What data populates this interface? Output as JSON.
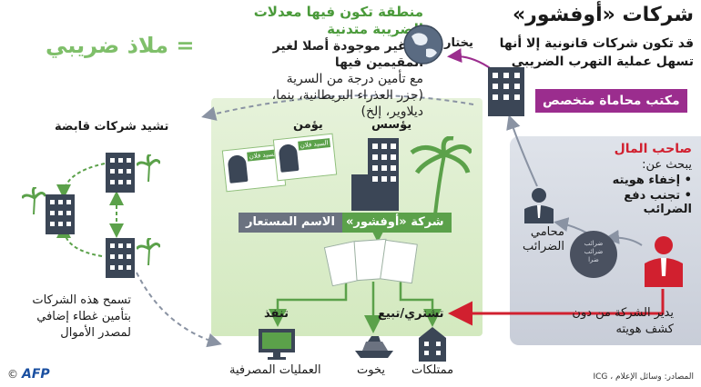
{
  "title": "شركات «أوفشور»",
  "subtitle": [
    "قد تكون شركات قانونية إلا أنها",
    "تسهل عملية التهرب الضريبي"
  ],
  "haven": {
    "title": "منطقة تكون فيها معدلات الضريبة متدنية",
    "line2": "أو غير موجودة أصلا لغير المقيمين فيها",
    "line3": "مع تأمين درجة من السرية",
    "line4": "(جزر العذراء البريطانية، بنما، ديلاوير، إلخ)",
    "equals_label": "= ملاذ ضريبي"
  },
  "labels": {
    "chooses": "يختار",
    "law_firm": "مكتب محاماة متخصص",
    "holding": "تشيد شركات قابضة",
    "establishes": "يؤسس",
    "secures": "يؤمن",
    "offshore_company": "شركة «أوفشور»",
    "nominee_name": "الاسم المستعار",
    "nominee_card": "السيد فلان",
    "buys_sells": "تشتري/تبيع",
    "executes": "تنفذ",
    "cover_text": [
      "تسمح هذه الشركات",
      "بتأمين غطاء إضافي",
      "لمصدر الأموال"
    ],
    "manages": [
      "يدير الشركة من دون",
      "كشف هويته"
    ],
    "lawyer": [
      "محامي",
      "الضرائب"
    ],
    "tax_coins": [
      "ضرائب",
      "ضرائب",
      "ضرا"
    ]
  },
  "owner": {
    "title": "صاحب المال",
    "seeks": "يبحث عن:",
    "items": [
      "إخفاء هويته",
      "تجنب دفع الضرائب"
    ]
  },
  "outputs": [
    "ممتلكات",
    "يخوت",
    "العمليات المصرفية"
  ],
  "footer": {
    "source": "المصادر: وسائل الإعلام ، ICG",
    "credit": "AFP",
    "copyright": "©"
  },
  "colors": {
    "green": "#5ba14a",
    "purple": "#9b2d8e",
    "red": "#d1202f",
    "grey": "#6b7280"
  }
}
